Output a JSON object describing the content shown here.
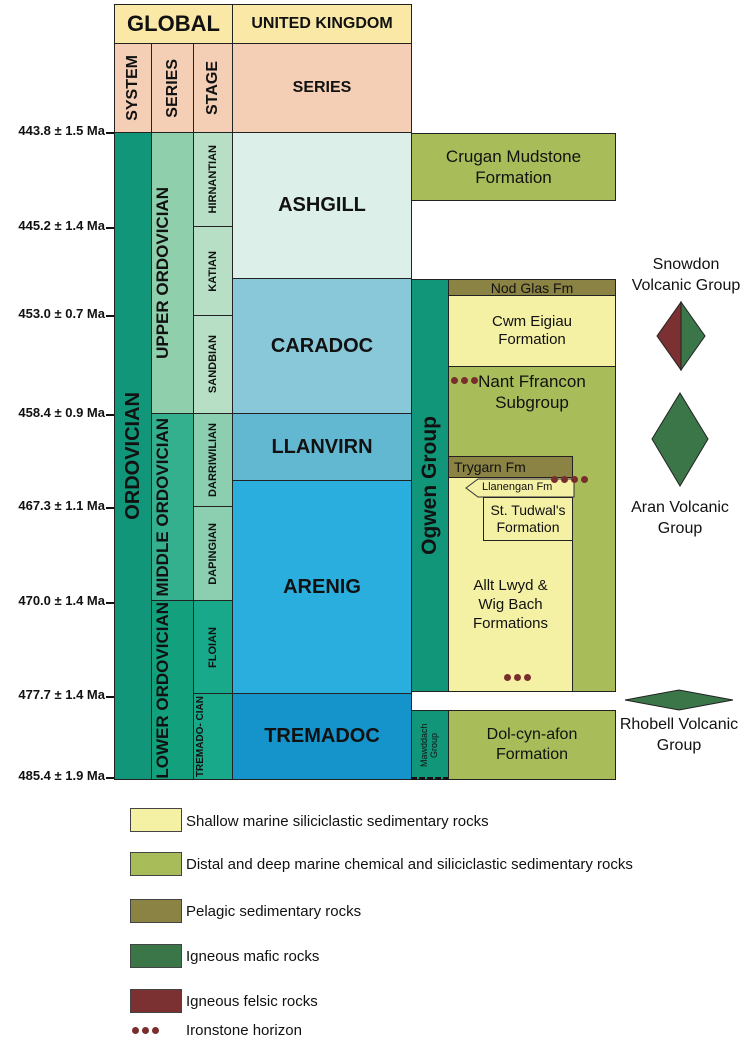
{
  "header": {
    "global": "GLOBAL",
    "uk": "UNITED KINGDOM"
  },
  "columns": {
    "system": "SYSTEM",
    "series": "SERIES",
    "stage": "STAGE",
    "uk_series": "SERIES"
  },
  "ages": [
    "443.8 ± 1.5 Ma",
    "445.2 ± 1.4 Ma",
    "453.0 ± 0.7 Ma",
    "458.4 ± 0.9 Ma",
    "467.3 ± 1.1 Ma",
    "470.0 ± 1.4 Ma",
    "477.7 ± 1.4 Ma",
    "485.4 ± 1.9 Ma"
  ],
  "system": "ORDOVICIAN",
  "series": {
    "upper": "UPPER ORDOVICIAN",
    "middle": "MIDDLE ORDOVICIAN",
    "lower": "LOWER ORDOVICIAN"
  },
  "stages": {
    "hirnantian": "HIRNANTIAN",
    "katian": "KATIAN",
    "sandbian": "SANDBIAN",
    "darriwilian": "DARRIWILIAN",
    "dapingian": "DAPINGIAN",
    "floian": "FLOIAN",
    "tremadocian": "TREMADO- CIAN"
  },
  "uk_series": {
    "ashgill": "ASHGILL",
    "caradoc": "CARADOC",
    "llanvirn": "LLANVIRN",
    "arenig": "ARENIG",
    "tremadoc": "TREMADOC"
  },
  "formations": {
    "crugan": "Crugan Mudstone Formation",
    "ogwen": "Ogwen Group",
    "nod_glas": "Nod Glas Fm",
    "cwm_eigiau": "Cwm Eigiau Formation",
    "nant_ffrancon": "Nant Ffrancon Subgroup",
    "trygarn": "Trygarn Fm",
    "llanengan": "Llanengan Fm",
    "st_tudwals": "St. Tudwal's Formation",
    "allt_lwyd": "Allt Lwyd & Wig Bach Formations",
    "mawddach": "Mawddach Group",
    "dol_cyn_afon": "Dol-cyn-afon Formation"
  },
  "volcanics": {
    "snowdon": "Snowdon Volcanic Group",
    "aran": "Aran Volcanic Group",
    "rhobell": "Rhobell Volcanic Group"
  },
  "legend": [
    {
      "label": "Shallow marine siliciclastic sedimentary rocks",
      "color": "#f4f1a4"
    },
    {
      "label": "Distal and deep marine chemical and siliciclastic sedimentary rocks",
      "color": "#a8bd5a"
    },
    {
      "label": "Pelagic sedimentary rocks",
      "color": "#8a8344"
    },
    {
      "label": "Igneous mafic rocks",
      "color": "#3b7648"
    },
    {
      "label": "Igneous felsic rocks",
      "color": "#7b3131"
    },
    {
      "label": "Ironstone horizon",
      "color": "#7a2d2d"
    }
  ],
  "colors": {
    "header_yellow": "#f9e8a6",
    "header_peach": "#f4cfb6",
    "system_green": "#12967a",
    "upper": "#8fcfac",
    "middle": "#35b08e",
    "lower": "#12a07d",
    "stage_upper": "#b7dfc6",
    "stage_middle": "#8ccfb0",
    "stage_lower": "#18a98a",
    "ashgill": "#dcefe8",
    "caradoc": "#88c8d9",
    "llanvirn": "#63b8d1",
    "arenig": "#2aaedd",
    "tremadoc": "#1594cb"
  }
}
